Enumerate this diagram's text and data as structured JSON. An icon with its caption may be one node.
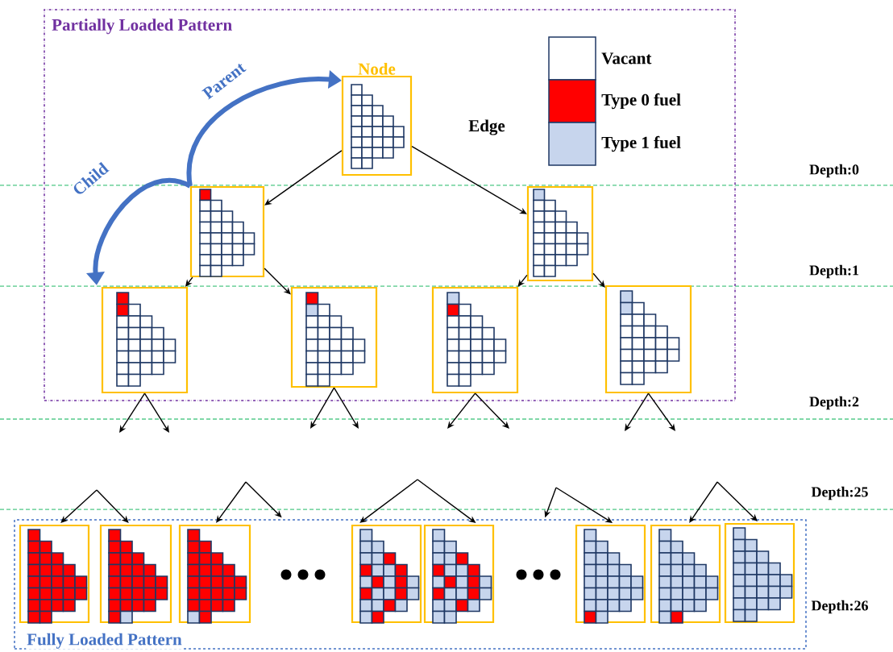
{
  "diagram": {
    "nodes": [
      {
        "text": [
          "Partially Loaded Pattern"
        ]
      },
      {
        "text": [
          "Node"
        ],
        "in": 0
      },
      {
        "text": [],
        "shape": "box",
        "in": 0
      },
      {
        "text": [],
        "shape": "box",
        "in": 0
      },
      {
        "text": [],
        "shape": "box",
        "in": 0
      },
      {
        "text": [],
        "shape": "box",
        "in": 0
      },
      {
        "text": [],
        "shape": "box",
        "in": 0
      },
      {
        "text": [],
        "shape": "box",
        "in": 0
      },
      {
        "text": [
          "Fully Loaded Pattern"
        ]
      },
      {
        "text": [],
        "shape": "box",
        "in": 8
      },
      {
        "text": [],
        "shape": "box",
        "in": 8
      },
      {
        "text": [],
        "shape": "box",
        "in": 8
      },
      {
        "text": [],
        "shape": "box",
        "in": 8
      },
      {
        "text": [],
        "shape": "box",
        "in": 8
      },
      {
        "text": [],
        "shape": "box",
        "in": 8
      },
      {
        "text": [],
        "shape": "box",
        "in": 8
      },
      {
        "text": [],
        "shape": "box",
        "in": 8
      }
    ],
    "edges": [
      {
        "from": 1,
        "to": 2,
        "arrow": "to"
      },
      {
        "from": 1,
        "to": 3,
        "arrow": "to",
        "label": "Edge"
      },
      {
        "from": 2,
        "to": 4,
        "arrow": "to"
      },
      {
        "from": 2,
        "to": 5,
        "arrow": "to"
      },
      {
        "from": 3,
        "to": 6,
        "arrow": "to"
      },
      {
        "from": 3,
        "to": 7,
        "arrow": "to"
      },
      {
        "from": 2,
        "to": 1,
        "arrow": "to",
        "label": "Parent",
        "style": "thick",
        "color": "#4472c4"
      },
      {
        "from": 2,
        "to": 4,
        "arrow": "to",
        "label": "Child",
        "style": "thick",
        "color": "#4472c4"
      },
      {
        "from": 4,
        "to": null,
        "arrow": "to"
      },
      {
        "from": 4,
        "to": null,
        "arrow": "to"
      },
      {
        "from": 5,
        "to": null,
        "arrow": "to"
      },
      {
        "from": 5,
        "to": null,
        "arrow": "to"
      },
      {
        "from": 6,
        "to": null,
        "arrow": "to"
      },
      {
        "from": 6,
        "to": null,
        "arrow": "to"
      },
      {
        "from": 7,
        "to": null,
        "arrow": "to"
      },
      {
        "from": 7,
        "to": null,
        "arrow": "to"
      },
      {
        "from": null,
        "to": 9,
        "arrow": "to"
      },
      {
        "from": null,
        "to": 10,
        "arrow": "to"
      },
      {
        "from": null,
        "to": 11,
        "arrow": "to"
      },
      {
        "from": null,
        "to": 12,
        "arrow": "to"
      },
      {
        "from": null,
        "to": 13,
        "arrow": "to"
      },
      {
        "from": null,
        "to": 14,
        "arrow": "to"
      },
      {
        "from": null,
        "to": 15,
        "arrow": "to"
      },
      {
        "from": null,
        "to": 16,
        "arrow": "to"
      },
      {
        "from": null,
        "to": 8,
        "arrow": "to"
      },
      {
        "from": null,
        "to": 8,
        "arrow": "to"
      }
    ],
    "labels": [
      "Depth:0",
      "Depth:1",
      "Depth:2",
      "Depth:25",
      "Depth:26"
    ],
    "legend": [
      {
        "text": "Vacant"
      },
      {
        "text": "Type 0 fuel",
        "color": "#ff0000"
      },
      {
        "text": "Type 1 fuel"
      }
    ]
  }
}
